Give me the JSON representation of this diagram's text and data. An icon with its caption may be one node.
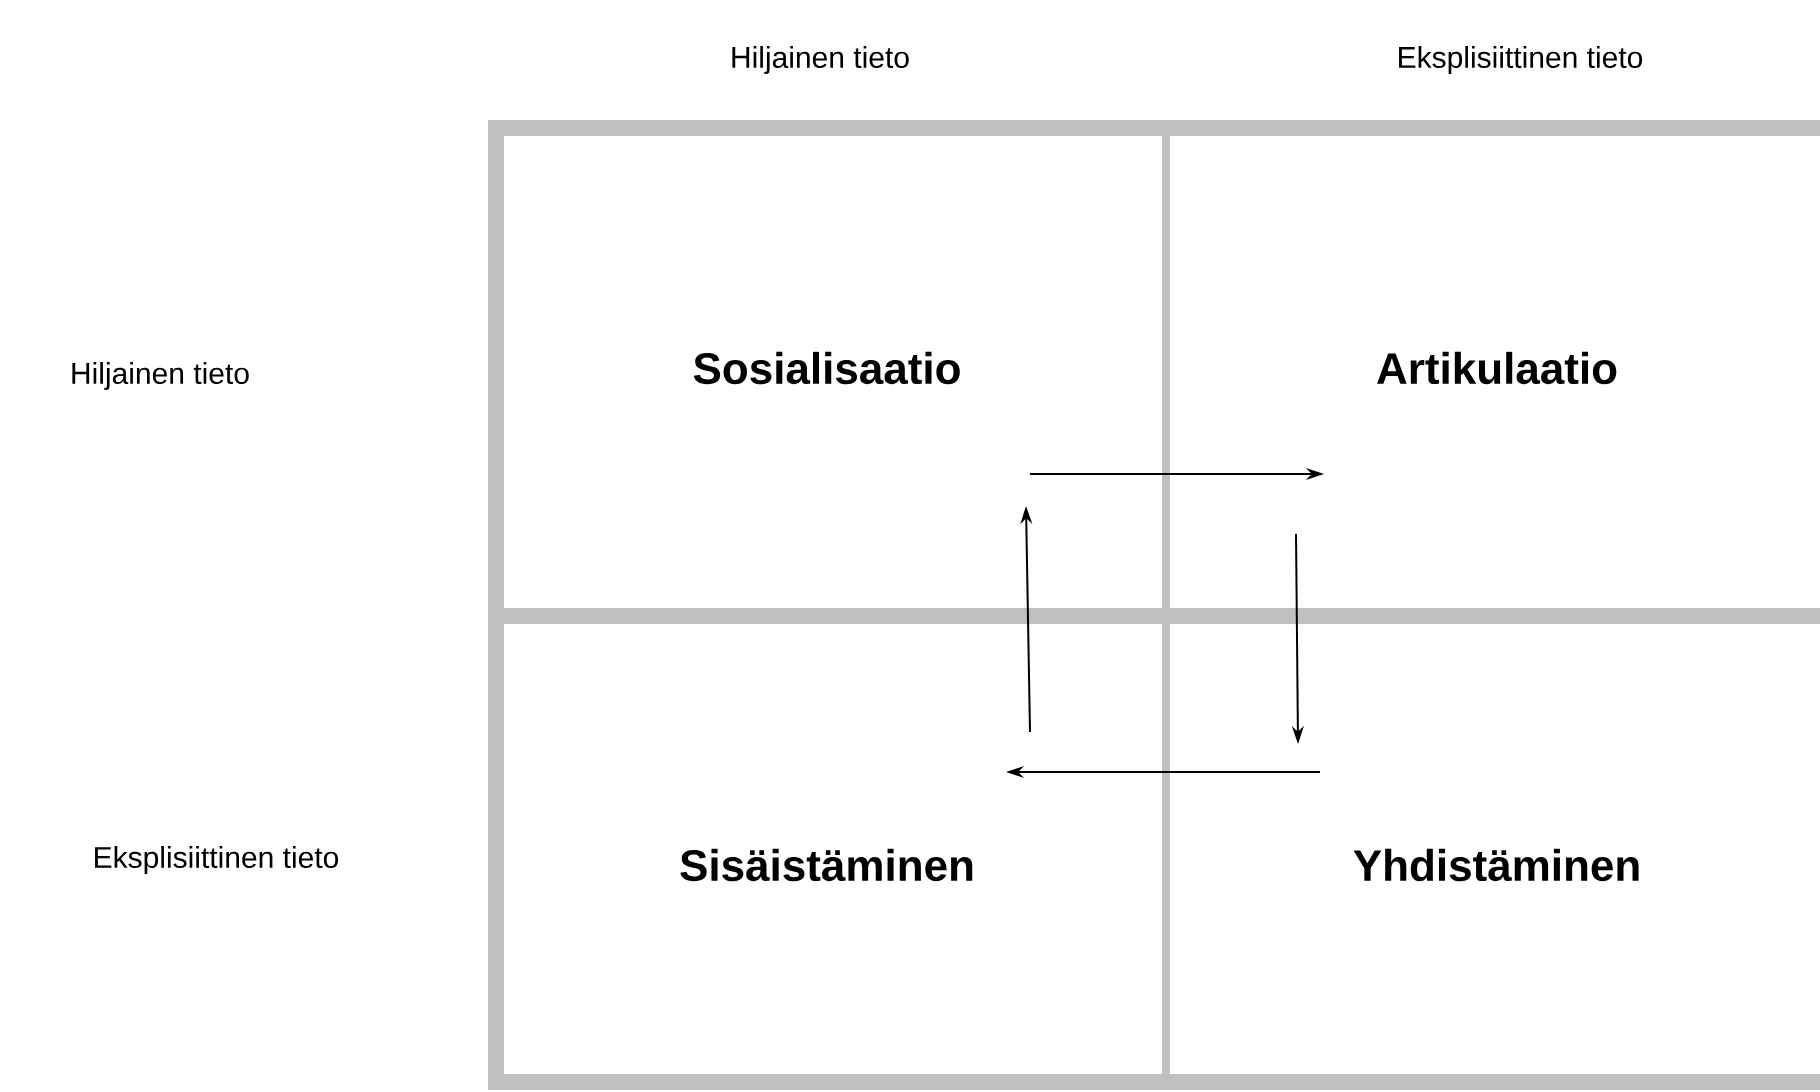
{
  "diagram": {
    "nodes": [
      {
        "text": [
          "Sosialisaatio"
        ]
      },
      {
        "text": [
          "Artikulaatio"
        ]
      },
      {
        "text": [
          "Sisäistäminen"
        ]
      },
      {
        "text": [
          "Yhdistäminen"
        ]
      }
    ],
    "edges": [
      {
        "from": 0,
        "to": 1,
        "arrow": "to"
      },
      {
        "from": 1,
        "to": 3,
        "arrow": "to"
      },
      {
        "from": 3,
        "to": 2,
        "arrow": "to"
      },
      {
        "from": 2,
        "to": 0,
        "arrow": "to"
      }
    ],
    "labels": [
      "Hiljainen tieto",
      "Eksplisiittinen tieto",
      "Hiljainen tieto",
      "Eksplisiittinen tieto"
    ]
  }
}
